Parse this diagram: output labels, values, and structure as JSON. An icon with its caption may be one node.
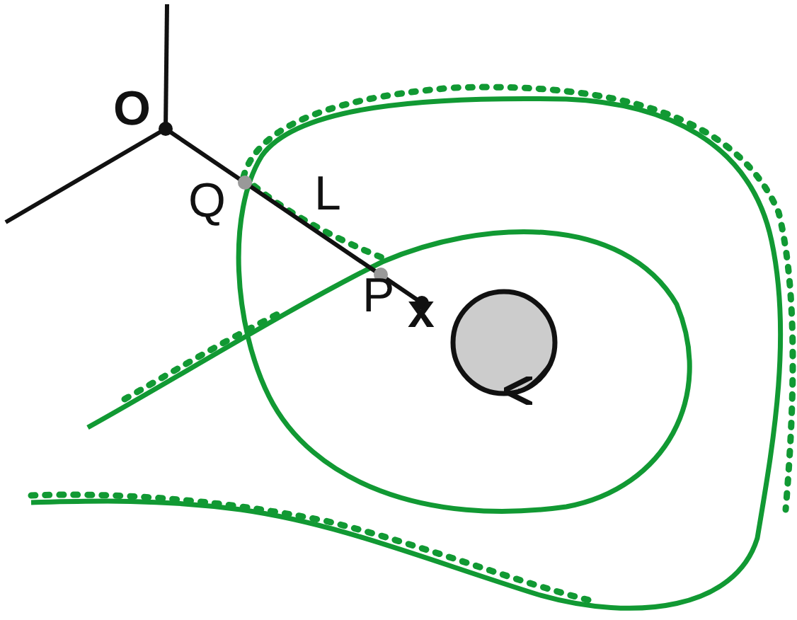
{
  "diagram": {
    "labels": [
      "O",
      "Q",
      "L",
      "P",
      "x"
    ]
  }
}
